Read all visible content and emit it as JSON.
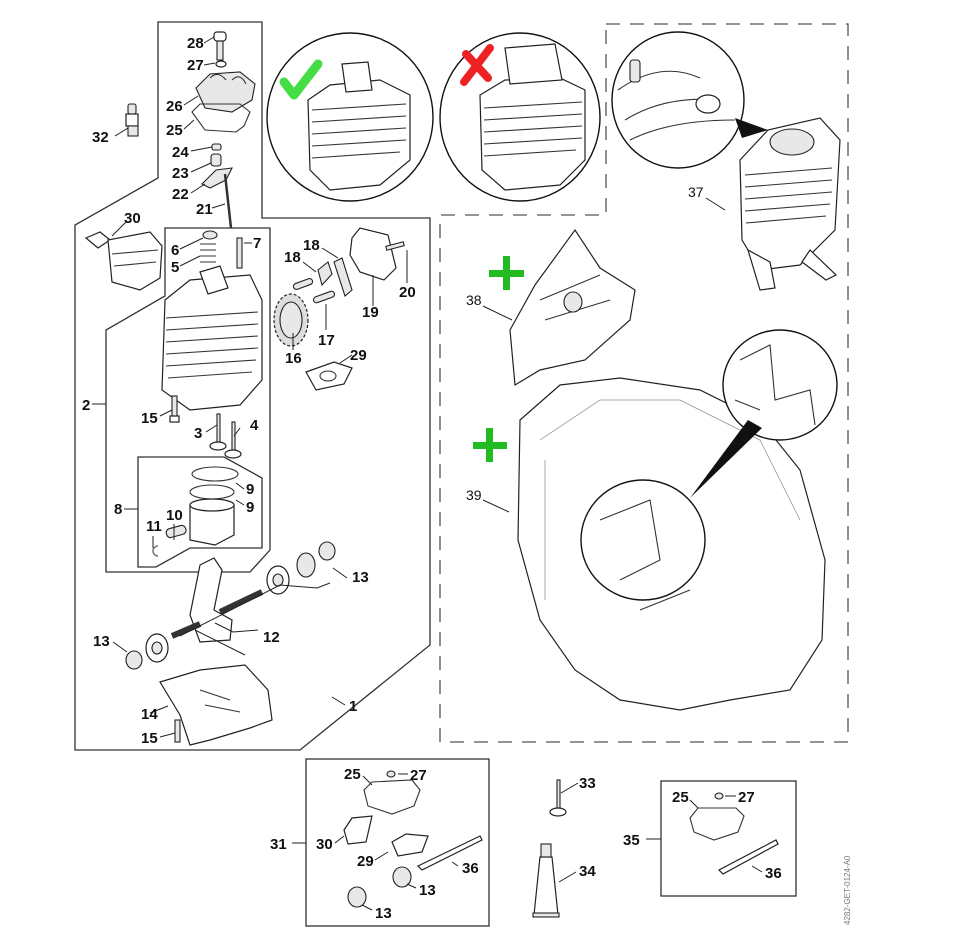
{
  "diagram": {
    "type": "exploded-parts-diagram",
    "reference_code": "4282-GET-0124-A0",
    "status_marks": {
      "correct_mark": {
        "icon": "check-icon",
        "color": "#44dd44"
      },
      "wrong_mark": {
        "icon": "cross-icon",
        "color": "#ee2222"
      },
      "new_part_mark": {
        "icon": "plus-icon",
        "color": "#22bb22"
      }
    },
    "labels": {
      "p1": "1",
      "p2": "2",
      "p3": "3",
      "p4": "4",
      "p5": "5",
      "p6": "6",
      "p7": "7",
      "p8": "8",
      "p9a": "9",
      "p9b": "9",
      "p10": "10",
      "p11": "11",
      "p12": "12",
      "p13a": "13",
      "p13b": "13",
      "p14": "14",
      "p15a": "15",
      "p15b": "15",
      "p16": "16",
      "p17": "17",
      "p18a": "18",
      "p18b": "18",
      "p19": "19",
      "p20": "20",
      "p21": "21",
      "p22": "22",
      "p23": "23",
      "p24": "24",
      "p25": "25",
      "p26": "26",
      "p27": "27",
      "p28": "28",
      "p29": "29",
      "p30": "30",
      "p32": "32",
      "p37": "37",
      "p38": "38",
      "p39": "39",
      "k31": "31",
      "k31_25": "25",
      "k31_27": "27",
      "k31_30": "30",
      "k31_29": "29",
      "k31_36": "36",
      "k31_13a": "13",
      "k31_13b": "13",
      "p33": "33",
      "p34": "34",
      "k35": "35",
      "k35_25": "25",
      "k35_27": "27",
      "k35_36": "36"
    }
  }
}
